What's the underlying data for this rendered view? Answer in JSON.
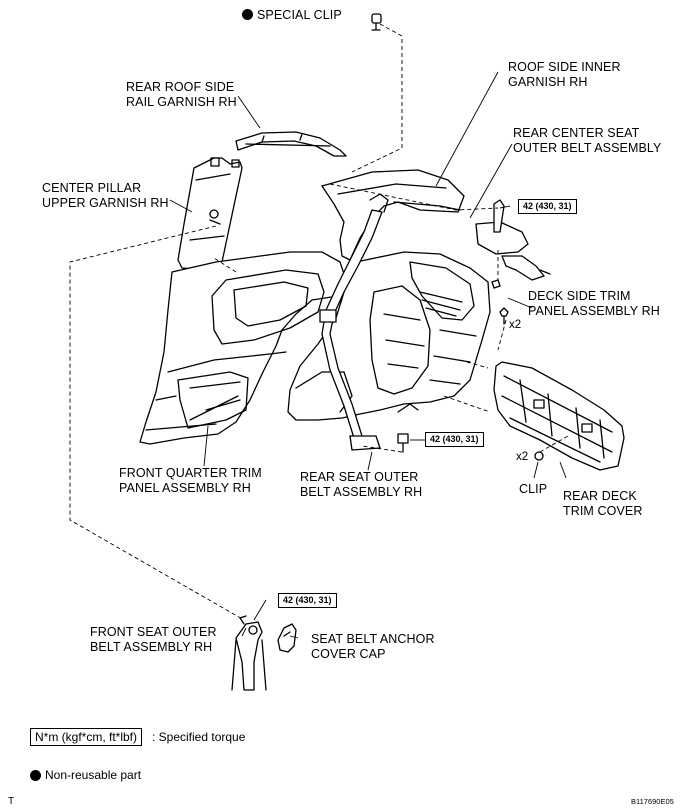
{
  "labels": {
    "special_clip": "SPECIAL CLIP",
    "rear_roof_side": [
      "REAR ROOF SIDE",
      "RAIL GARNISH RH"
    ],
    "roof_side_inner": [
      "ROOF SIDE INNER",
      "GARNISH RH"
    ],
    "rear_center_seat": [
      "REAR CENTER SEAT",
      "OUTER BELT ASSEMBLY"
    ],
    "center_pillar": [
      "CENTER PILLAR",
      "UPPER GARNISH RH"
    ],
    "deck_side_trim": [
      "DECK SIDE TRIM",
      "PANEL ASSEMBLY RH"
    ],
    "front_quarter": [
      "FRONT QUARTER TRIM",
      "PANEL ASSEMBLY RH"
    ],
    "rear_seat_outer": [
      "REAR SEAT OUTER",
      "BELT ASSEMBLY RH"
    ],
    "clip": "CLIP",
    "rear_deck": [
      "REAR DECK",
      "TRIM COVER"
    ],
    "front_seat_outer": [
      "FRONT SEAT OUTER",
      "BELT ASSEMBLY RH"
    ],
    "anchor_cap": [
      "SEAT BELT ANCHOR",
      "COVER CAP"
    ]
  },
  "torque": {
    "rear_center": "42 (430, 31)",
    "rear_seat": "42 (430, 31)",
    "front_seat": "42 (430, 31)"
  },
  "multipliers": {
    "deck_screw": "x2",
    "clip": "x2"
  },
  "legend": {
    "torque_unit": "N*m (kgf*cm, ft*lbf)",
    "torque_desc": ": Specified torque",
    "non_reusable": "Non-reusable part"
  },
  "footer": {
    "figure_code": "B117690E05",
    "corner_mark": "T"
  }
}
